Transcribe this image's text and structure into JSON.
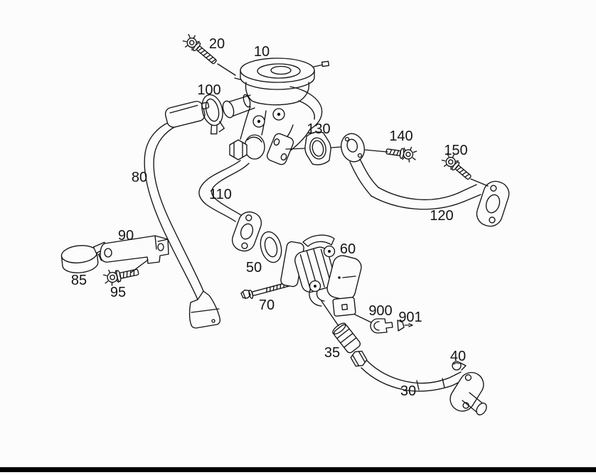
{
  "diagram": {
    "type": "exploded-parts-diagram",
    "background": "#fcfcfc",
    "line_color": "#141414",
    "bottom_bar_color": "#000000"
  },
  "labels": {
    "part10": "10",
    "part20": "20",
    "part30": "30",
    "part35": "35",
    "part40": "40",
    "part50": "50",
    "part60": "60",
    "part70": "70",
    "part80": "80",
    "part85": "85",
    "part90": "90",
    "part95": "95",
    "part100": "100",
    "part110": "110",
    "part120": "120",
    "part130": "130",
    "part140": "140",
    "part150": "150",
    "part900": "900",
    "part901": "901"
  }
}
